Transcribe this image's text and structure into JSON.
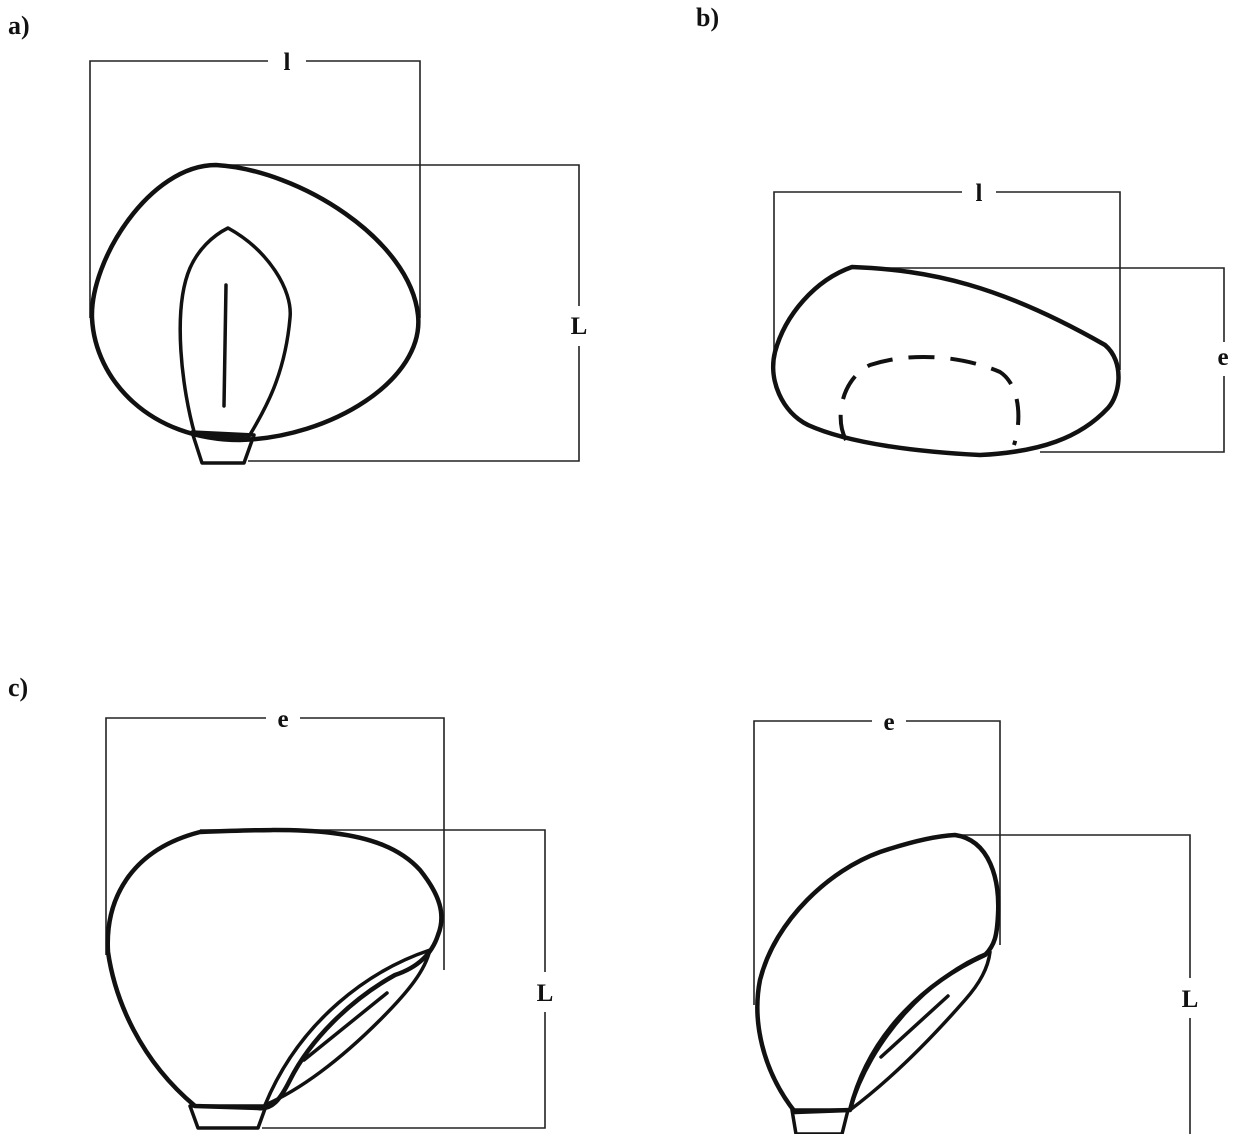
{
  "panels": {
    "a": {
      "label": "a)",
      "width_label": "l",
      "height_label": "L"
    },
    "b": {
      "label": "b)",
      "width_label": "l",
      "height_label": "e"
    },
    "c": {
      "label": "c)",
      "left": {
        "width_label": "e",
        "height_label": "L"
      },
      "right": {
        "width_label": "e",
        "height_label": "L"
      }
    }
  }
}
